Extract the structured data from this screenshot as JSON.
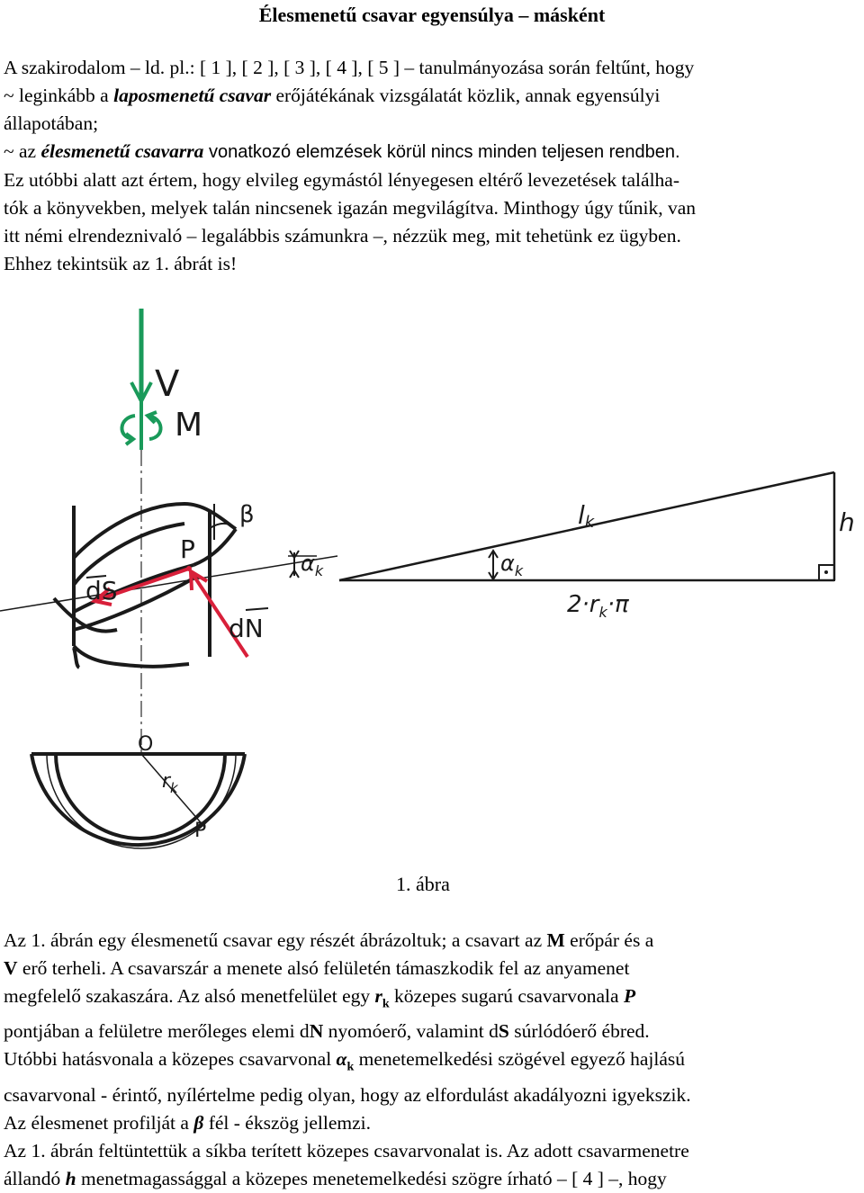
{
  "title": "Élesmenetű csavar egyensúlya – másként",
  "intro": {
    "l1": "A szakirodalom – ld. pl.: [ 1 ], [ 2 ], [ 3 ], [ 4 ], [ 5 ] – tanulmányozása során feltűnt, hogy",
    "l2a": "~ leginkább a ",
    "l2b": "laposmenetű csavar",
    "l2c": " erőjátékának vizsgálatát közlik, annak egyensúlyi",
    "l3": "állapotában;",
    "l4a": "~ az ",
    "l4b": "élesmenetű csavarra",
    "l4c": " vonatkozó elemzések körül nincs minden teljesen rendben.",
    "l5": "Ez utóbbi alatt azt értem, hogy elvileg egymástól lényegesen eltérő levezetések találha-",
    "l6": "tók a könyvekben, melyek talán nincsenek igazán megvilágítva. Minthogy úgy tűnik, van",
    "l7": "itt némi elrendeznivaló – legalábbis számunkra –, nézzük meg, mit tehetünk ez ügyben.",
    "l8": "Ehhez tekintsük az 1. ábrát is!"
  },
  "figure": {
    "caption": "1. ábra",
    "labels": {
      "V": "V",
      "M": "M",
      "beta": "β",
      "P": "P",
      "dS": "dS",
      "dN": "dN",
      "alpha_k": "α",
      "alpha_sub": "k",
      "O": "O",
      "r_k": "r",
      "r_sub": "k",
      "P_bottom": "P",
      "l_k": "l",
      "l_sub": "k",
      "h": "h",
      "base": "2·r",
      "base_sub": "k",
      "base_pi": "·π"
    },
    "colors": {
      "green": "#1a9a5a",
      "red": "#d8203a",
      "ink": "#1a1a1a"
    }
  },
  "body": {
    "b1a": "Az 1. ábrán egy élesmenetű csavar egy részét ábrázoltuk; a csavart az ",
    "b1b": "M",
    "b1c": " erőpár és a",
    "b2a": "V",
    "b2b": " erő terheli. A csavarszár a menete alsó felületén támaszkodik fel az anyamenet",
    "b3": "megfelelő szakaszára. Az alsó menetfelület egy ",
    "b3r": "r",
    "b3k": "k",
    "b3c": " közepes sugarú csavarvonala ",
    "b3P": "P",
    "b4a": "pontjában a felületre merőleges elemi d",
    "b4N": "N",
    "b4b": " nyomóerő, valamint d",
    "b4S": "S",
    "b4c": " súrlódóerő ébred.",
    "b5a": "Utóbbi hatásvonala a közepes csavarvonal ",
    "b5al": "α",
    "b5k": "k",
    "b5b": " menetemelkedési szögével egyező hajlású",
    "b6": "csavarvonal - érintő, nyílértelme pedig olyan, hogy az elfordulást akadályozni igyekszik.",
    "b7a": "Az élesmenet profilját a ",
    "b7b": "β",
    "b7c": " fél - ékszög jellemzi.",
    "b8": "Az 1. ábrán feltüntettük a síkba terített közepes csavarvonalat is. Az adott csavarmenetre",
    "b9a": "állandó ",
    "b9h": "h",
    "b9b": " menetmagassággal a közepes menetemelkedési szögre írható – [ 4 ] –, hogy"
  }
}
